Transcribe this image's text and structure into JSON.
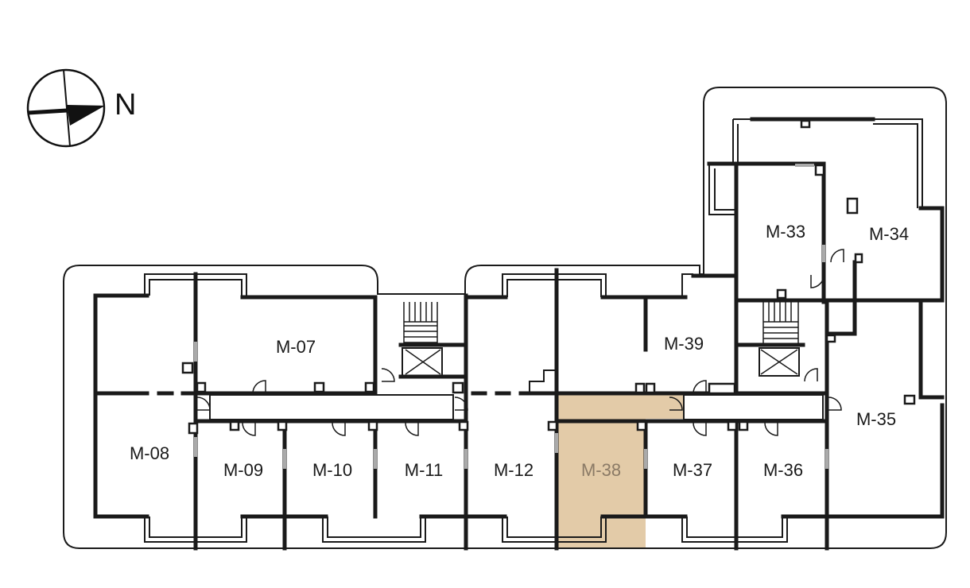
{
  "compass": {
    "label": "N",
    "icon": "north-arrow-icon"
  },
  "highlight_color": "#e3cba8",
  "units": [
    {
      "id": "M-07",
      "label": "M-07",
      "highlighted": false
    },
    {
      "id": "M-08",
      "label": "M-08",
      "highlighted": false
    },
    {
      "id": "M-09",
      "label": "M-09",
      "highlighted": false
    },
    {
      "id": "M-10",
      "label": "M-10",
      "highlighted": false
    },
    {
      "id": "M-11",
      "label": "M-11",
      "highlighted": false
    },
    {
      "id": "M-12",
      "label": "M-12",
      "highlighted": false
    },
    {
      "id": "M-38",
      "label": "M-38",
      "highlighted": true
    },
    {
      "id": "M-37",
      "label": "M-37",
      "highlighted": false
    },
    {
      "id": "M-36",
      "label": "M-36",
      "highlighted": false
    },
    {
      "id": "M-39",
      "label": "M-39",
      "highlighted": false
    },
    {
      "id": "M-33",
      "label": "M-33",
      "highlighted": false
    },
    {
      "id": "M-34",
      "label": "M-34",
      "highlighted": false
    },
    {
      "id": "M-35",
      "label": "M-35",
      "highlighted": false
    }
  ]
}
